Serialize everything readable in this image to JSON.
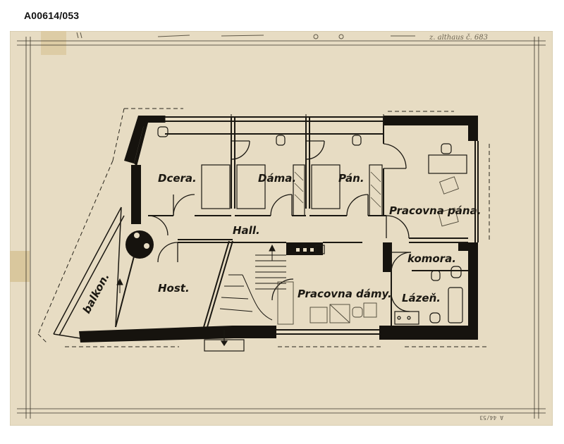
{
  "archive_id": "A00614/053",
  "plan": {
    "rooms": {
      "dcera": "Dcera.",
      "dama": "Dáma.",
      "pan": "Pán.",
      "pracovna_pana": "Pracovna pána.",
      "hall": "Hall.",
      "komora": "komora.",
      "host": "Host.",
      "pracovna_damy": "Pracovna dámy.",
      "lazen": "Lázeň.",
      "balkon": "balkon."
    }
  },
  "annotations": {
    "top_note": "z. althaus č. 683",
    "bottom_stamp": "A 44/53"
  },
  "colors": {
    "paper": "#e7dcc3",
    "ink": "#16130e"
  }
}
